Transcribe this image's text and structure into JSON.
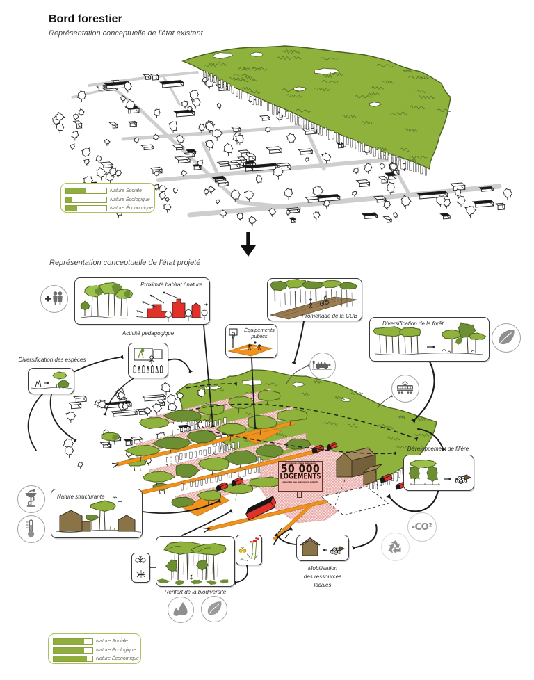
{
  "header": {
    "title": "Bord forestier",
    "subtitle_existing": "Représentation conceptuelle de l'état existant",
    "subtitle_projected": "Représentation conceptuelle de l'état projeté"
  },
  "legend": {
    "items": [
      {
        "label": "Nature Sociale",
        "existing": 0.5,
        "projected": 0.78
      },
      {
        "label": "Nature Écologique",
        "existing": 0.15,
        "projected": 0.78
      },
      {
        "label": "Nature Économique",
        "existing": 0.28,
        "projected": 0.86
      }
    ]
  },
  "callouts": {
    "proximite": {
      "label": "Proximité habitat / nature"
    },
    "activite": {
      "label": "Activité pédagogique"
    },
    "especes": {
      "label": "Diversification des espèces"
    },
    "equipements": {
      "label": "Équipements publics"
    },
    "promenade": {
      "label": "Promenade de la CUB"
    },
    "foret": {
      "label": "Diversification de la forêt"
    },
    "filiere": {
      "label": "Développement de filière"
    },
    "structurante": {
      "label": "Nature structurante"
    },
    "biodiversite": {
      "label": "Renfort de la biodiversité"
    },
    "mobilisation": {
      "label_line1": "Mobilisation",
      "label_line2": "des ressources",
      "label_line3": "locales"
    }
  },
  "icons": {
    "plus_people": {
      "name": "population-plus-icon"
    },
    "leaf_right": {
      "name": "leaf-icon"
    },
    "car": {
      "name": "car-parking-icon"
    },
    "tram": {
      "name": "tramway-icon"
    },
    "co2": {
      "name": "co2-reduction-icon",
      "text": "-CO²"
    },
    "recycle": {
      "name": "recycling-icon"
    },
    "health": {
      "name": "health-pharmacy-icon"
    },
    "thermometer": {
      "name": "temperature-icon"
    },
    "waterdrop": {
      "name": "water-drops-icon"
    },
    "leaf_bottom": {
      "name": "leaf-icon"
    }
  },
  "sign": {
    "small_top": "communauté urbaine de bordeaux",
    "big": "50 000",
    "name": "LOGEMENTS",
    "small_bottom": "autour des axes de transports collectifs"
  },
  "colors": {
    "canopy_green": "#8eb23c",
    "canopy_green_light": "#9cc14b",
    "canopy_green_dark": "#6d8f33",
    "tree_dark": "#55752a",
    "outline_green": "#4a6120",
    "orange": "#f0921e",
    "orange_dark": "#c1761a",
    "pink_bg": "#f9e3e2",
    "pink_hatch": "#e49c98",
    "red_building": "#e23128",
    "brown": "#8a7347",
    "brown_dark": "#6e5a35",
    "road_gray": "#c9c9c9",
    "icon_gray": "#8f8f8f",
    "line_black": "#1d1d1d",
    "legend_green": "#8fae3e",
    "legend_border": "#a9c25d"
  }
}
